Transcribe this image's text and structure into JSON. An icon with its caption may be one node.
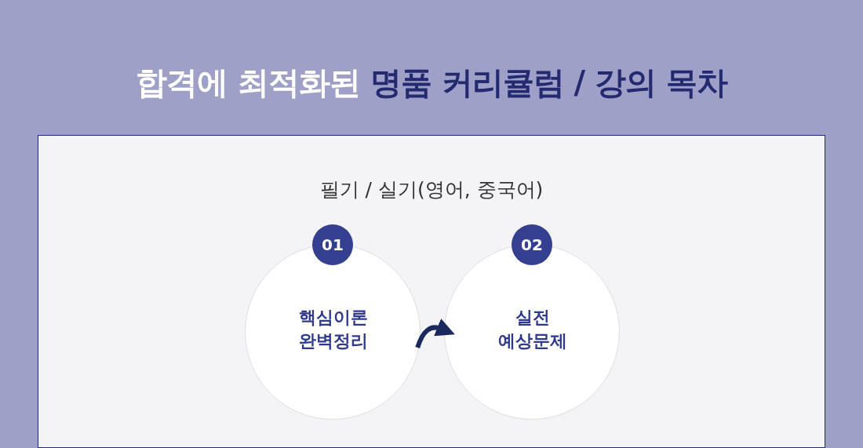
{
  "diagram": {
    "title": "합격에 최적화된 **명품 커리큘럼 / 강의 목차**",
    "nodes": [
      {
        "text": [
          "필기 / 실기(영어, 중국어)"
        ]
      },
      {
        "text": [
          "01"
        ],
        "in": 0
      },
      {
        "text": [
          "핵심이론 완벽정리"
        ],
        "in": 0
      },
      {
        "text": [
          "02"
        ],
        "in": 0
      },
      {
        "text": [
          "실전 예상문제"
        ],
        "in": 0
      }
    ],
    "edges": [
      {
        "from": 2,
        "to": 4,
        "arrow": "to"
      }
    ]
  }
}
